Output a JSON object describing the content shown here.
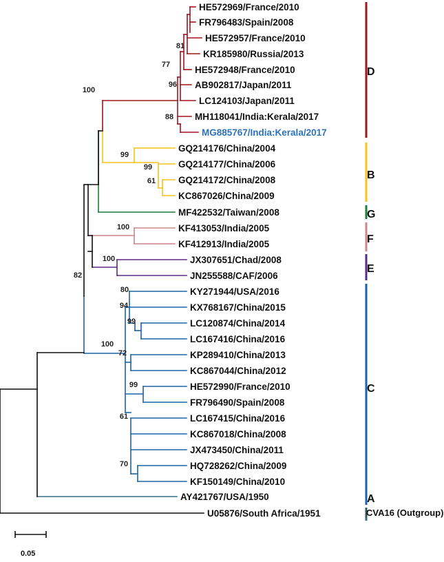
{
  "colors": {
    "D": "#a0121e",
    "B": "#f6c21a",
    "G": "#1e7d3a",
    "F": "#c8878a",
    "E": "#5b2a86",
    "C": "#1b63a8",
    "A": "#2f6e86",
    "backbone": "#111111",
    "highlight": "#2d73b8",
    "text": "#111111"
  },
  "leaves": [
    {
      "label": "HE572969/France/2010",
      "clade": "D"
    },
    {
      "label": "FR796483/Spain/2008",
      "clade": "D"
    },
    {
      "label": "HE572957/France/2010",
      "clade": "D"
    },
    {
      "label": "KR185980/Russia/2013",
      "clade": "D"
    },
    {
      "label": "HE572948/France/2010",
      "clade": "D"
    },
    {
      "label": "AB902817/Japan/2011",
      "clade": "D"
    },
    {
      "label": "LC124103/Japan/2011",
      "clade": "D"
    },
    {
      "label": "MH118041/India:Kerala/2017",
      "clade": "D"
    },
    {
      "label": "MG885767/India:Kerala/2017",
      "clade": "D",
      "highlight": true
    },
    {
      "label": "GQ214176/China/2004",
      "clade": "B"
    },
    {
      "label": "GQ214177/China/2006",
      "clade": "B"
    },
    {
      "label": "GQ214172/China/2008",
      "clade": "B"
    },
    {
      "label": "KC867026/China/2009",
      "clade": "B"
    },
    {
      "label": "MF422532/Taiwan/2008",
      "clade": "G"
    },
    {
      "label": "KF413053/India/2005",
      "clade": "F"
    },
    {
      "label": "KF412913/India/2005",
      "clade": "F"
    },
    {
      "label": "JX307651/Chad/2008",
      "clade": "E"
    },
    {
      "label": "JN255588/CAF/2006",
      "clade": "E"
    },
    {
      "label": "KY271944/USA/2016",
      "clade": "C"
    },
    {
      "label": "KX768167/China/2015",
      "clade": "C"
    },
    {
      "label": "LC120874/China/2014",
      "clade": "C"
    },
    {
      "label": "LC167416/China/2016",
      "clade": "C"
    },
    {
      "label": "KP289410/China/2013",
      "clade": "C"
    },
    {
      "label": "KC867044/China/2012",
      "clade": "C"
    },
    {
      "label": "HE572990/France/2010",
      "clade": "C"
    },
    {
      "label": "FR796490/Spain/2008",
      "clade": "C"
    },
    {
      "label": "LC167415/China/2016",
      "clade": "C"
    },
    {
      "label": "KC867018/China/2008",
      "clade": "C"
    },
    {
      "label": "JX473450/China/2011",
      "clade": "C"
    },
    {
      "label": "HQ728262/China/2009",
      "clade": "C"
    },
    {
      "label": "KF150149/China/2010",
      "clade": "C"
    },
    {
      "label": "AY421767/USA/1950",
      "clade": "A"
    },
    {
      "label": "U05876/South Africa/1951",
      "clade": "outgroup"
    }
  ],
  "bootstrap": [
    "81",
    "77",
    "96",
    "100",
    "88",
    "99",
    "99",
    "61",
    "100",
    "100",
    "82",
    "80",
    "94",
    "99",
    "72",
    "100",
    "99",
    "61",
    "70"
  ],
  "clades": [
    {
      "letter": "D",
      "color_key": "D"
    },
    {
      "letter": "B",
      "color_key": "B"
    },
    {
      "letter": "G",
      "color_key": "G"
    },
    {
      "letter": "F",
      "color_key": "F"
    },
    {
      "letter": "E",
      "color_key": "E"
    },
    {
      "letter": "C",
      "color_key": "C"
    },
    {
      "letter": "A",
      "color_key": "A"
    }
  ],
  "outgroup_label": "CVA16 (Outgroup)",
  "scale": {
    "value": 0.05,
    "label": "0.05"
  }
}
